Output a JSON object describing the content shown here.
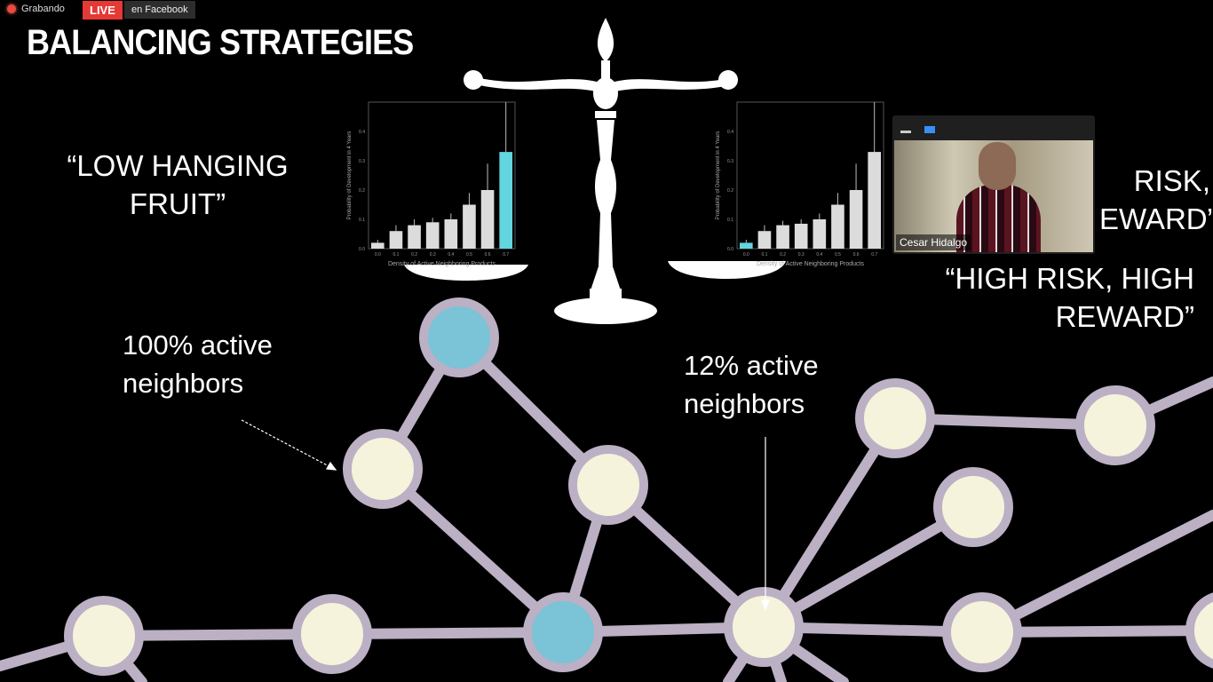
{
  "overlay": {
    "recording_text": "Grabando",
    "live_label": "LIVE",
    "platform_text": "en Facebook"
  },
  "slide": {
    "title": "BALANCING STRATEGIES",
    "left_quote": "“LOW HANGING FRUIT”",
    "right_quote": "“HIGH RISK, HIGH REWARD”",
    "right_quote_visible": "RISK, EWARD”",
    "label_left": "100% active neighbors",
    "label_right": "12% active neighbors",
    "colors": {
      "node_fill": "#f6f3dc",
      "node_ring": "#bbb0c4",
      "active_fill": "#7bc3d6",
      "highlight_bar": "#62d5de",
      "bar": "#dcdcdc"
    }
  },
  "video": {
    "participant_name": "Cesar Hidalgo",
    "icons": [
      "minimize-icon",
      "maximize-icon"
    ]
  },
  "chart_data": [
    {
      "type": "bar",
      "xlabel": "Density of Active Neighboring Products",
      "ylabel": "Probability of Development in 4 Years",
      "categories": [
        "0.0",
        "0.1",
        "0.2",
        "0.3",
        "0.4",
        "0.5",
        "0.6",
        "0.7"
      ],
      "values": [
        0.02,
        0.06,
        0.08,
        0.09,
        0.1,
        0.15,
        0.2,
        0.33
      ],
      "errors": [
        0.01,
        0.02,
        0.02,
        0.015,
        0.02,
        0.04,
        0.09,
        0.17
      ],
      "highlight_index": 7,
      "yticks": [
        "0.0",
        "0.1",
        "0.2",
        "0.3",
        "0.4"
      ],
      "ylim": [
        0,
        0.5
      ]
    },
    {
      "type": "bar",
      "xlabel": "Density of Active Neighboring Products",
      "ylabel": "Probability of Development in 4 Years",
      "categories": [
        "0.0",
        "0.1",
        "0.2",
        "0.3",
        "0.4",
        "0.5",
        "0.6",
        "0.7"
      ],
      "values": [
        0.02,
        0.06,
        0.08,
        0.085,
        0.1,
        0.15,
        0.2,
        0.33
      ],
      "errors": [
        0.01,
        0.02,
        0.015,
        0.015,
        0.02,
        0.04,
        0.09,
        0.17
      ],
      "highlight_index": 0,
      "yticks": [
        "0.0",
        "0.1",
        "0.2",
        "0.3",
        "0.4"
      ],
      "ylim": [
        0,
        0.5
      ]
    }
  ]
}
